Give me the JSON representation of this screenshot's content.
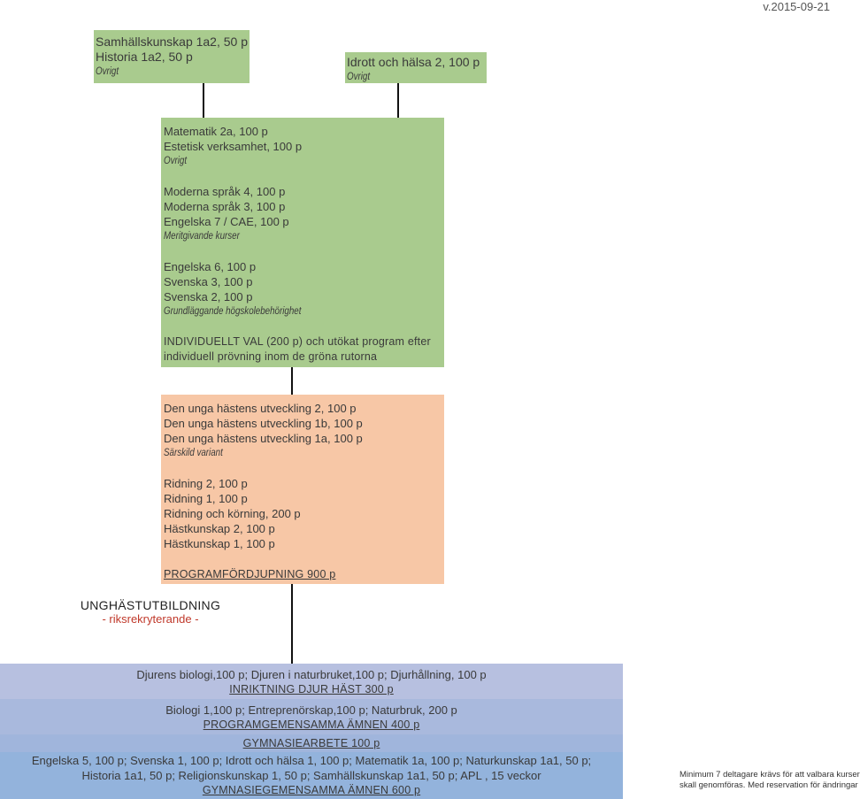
{
  "version": "v.2015-09-21",
  "box_top_left": {
    "lines": [
      "Samhällskunskap 1a2, 50 p",
      "Historia 1a2, 50  p"
    ],
    "category": "Övrigt"
  },
  "box_top_right": {
    "lines": [
      "Idrott och hälsa 2, 100 p"
    ],
    "category": "Övrigt"
  },
  "box_individual": {
    "group1": [
      "Matematik 2a, 100 p",
      "Estetisk verksamhet, 100 p"
    ],
    "group1_category": "Övrigt",
    "group2": [
      "Moderna språk 4, 100 p",
      "Moderna språk 3, 100 p",
      "Engelska 7 / CAE, 100 p"
    ],
    "group2_category": "Meritgivande kurser",
    "group3": [
      "Engelska 6, 100 p",
      "Svenska 3, 100 p",
      "Svenska 2, 100 p"
    ],
    "group3_category": "Grundläggande högskolebehörighet",
    "heading_line1": "INDIVIDUELLT VAL (200 p) och utökat program efter",
    "heading_line2": "individuell prövning  inom de gröna rutorna"
  },
  "box_program": {
    "group1": [
      "Den unga hästens utveckling 2, 100 p",
      "Den unga hästens utveckling 1b, 100 p",
      "Den unga hästens utveckling 1a, 100 p"
    ],
    "group1_category": "Särskild variant",
    "group2": [
      "Ridning 2, 100 p",
      "Ridning 1, 100 p",
      "Ridning och körning, 200 p",
      "Hästkunskap 2, 100 p",
      "Hästkunskap 1, 100 p"
    ],
    "heading": "PROGRAMFÖRDJUPNING 900 p"
  },
  "program_title": {
    "main": "UNGHÄSTUTBILDNING",
    "sub": "- riksrekryterande -"
  },
  "band_inriktning": {
    "text": "Djurens biologi,100 p; Djuren i naturbruket,100 p; Djurhållning, 100 p",
    "heading": "INRIKTNING DJUR HÄST 300 p"
  },
  "band_programgemensamma": {
    "text": "Biologi 1,100 p;  Entreprenörskap,100 p; Naturbruk, 200 p",
    "heading": "PROGRAMGEMENSAMMA ÄMNEN 400 p"
  },
  "band_gymnasiearbete": {
    "heading": "GYMNASIEARBETE 100 p"
  },
  "band_gymnasiegemensamma": {
    "line1": "Engelska 5, 100 p;  Svenska 1, 100 p; Idrott och hälsa 1, 100 p; Matematik 1a, 100 p;  Naturkunskap 1a1, 50 p;",
    "line2": "Historia 1a1, 50 p; Religionskunskap 1, 50 p; Samhällskunskap 1a1, 50 p;  APL , 15 veckor",
    "heading": "GYMNASIEGEMENSAMMA ÄMNEN 600 p"
  },
  "note": {
    "line1": "Minimum 7 deltagare krävs för att valbara kurser",
    "line2": "skall genomföras. Med reservation för ändringar"
  },
  "colors": {
    "green": "#a9cb8e",
    "orange": "#f7c7a6",
    "band_light": "#b7c0e0",
    "band_mid": "#a9b9dd",
    "band_dark": "#93b3dc",
    "accent_red": "#c0392b"
  }
}
